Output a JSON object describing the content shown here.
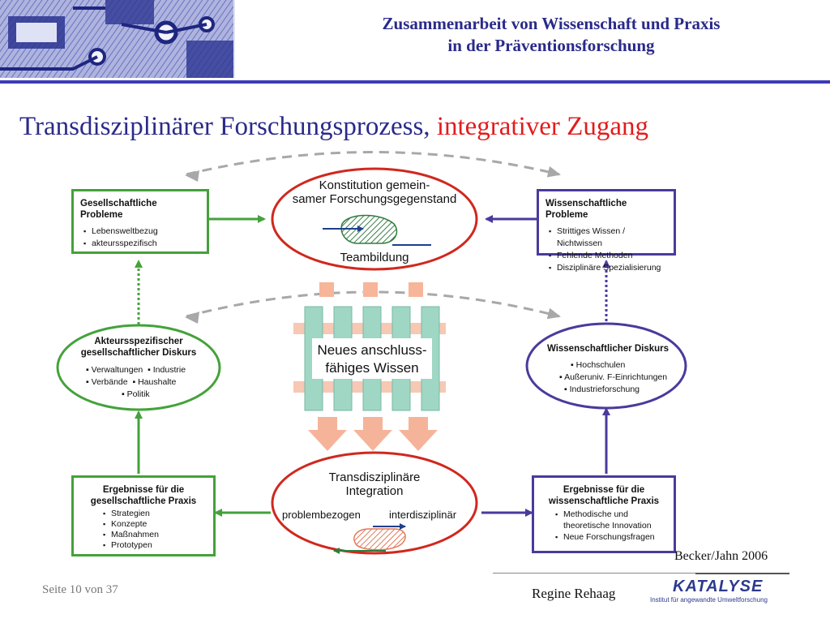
{
  "header": {
    "line1": "Zusammenarbeit von Wissenschaft und Praxis",
    "line2": "in der Präventionsforschung"
  },
  "title": {
    "main": "Transdisziplinärer Forschungsprozess,",
    "accent": "integrativer Zugang"
  },
  "diagram": {
    "box_soc_problems": {
      "title": "Gesellschaftliche Probleme",
      "items": [
        "Lebensweltbezug",
        "akteursspezifisch"
      ]
    },
    "box_sci_problems": {
      "title": "Wissenschaftliche Probleme",
      "items": [
        "Strittiges Wissen / Nichtwissen",
        "Fehlende Methoden",
        "Disziplinäre Spezialisierung"
      ]
    },
    "ellipse_constitution": {
      "line1": "Konstitution gemein-",
      "line2": "samer Forschungsgegenstand",
      "bottom": "Teambildung"
    },
    "ellipse_soc_discourse": {
      "line1": "Akteursspezifischer",
      "line2": "gesellschaftlicher Diskurs",
      "items_row1": [
        "Verwaltungen",
        "Industrie"
      ],
      "items_row2": [
        "Verbände",
        "Haushalte"
      ],
      "items_row3": [
        "Politik"
      ]
    },
    "knowledge": {
      "line1": "Neues anschluss-",
      "line2": "fähiges Wissen"
    },
    "ellipse_sci_discourse": {
      "title": "Wissenschaftlicher Diskurs",
      "items": [
        "Hochschulen",
        "Außeruniv. F-Einrichtungen",
        "Industrieforschung"
      ]
    },
    "ellipse_integration": {
      "line1": "Transdisziplinäre",
      "line2": "Integration",
      "left": "problembezogen",
      "right": "interdisziplinär"
    },
    "box_soc_results": {
      "title_line1": "Ergebnisse für die",
      "title_line2": "gesellschaftliche Praxis",
      "items": [
        "Strategien",
        "Konzepte",
        "Maßnahmen",
        "Prototypen"
      ]
    },
    "box_sci_results": {
      "title_line1": "Ergebnisse für die",
      "title_line2": "wissenschaftliche Praxis",
      "items": [
        "Methodische und",
        "theoretische Innovation",
        "Neue Forschungsfragen"
      ]
    },
    "colors": {
      "society": "#44a23a",
      "science": "#4a3a9c",
      "integration": "#d0281e",
      "dashed": "#a8a8a8",
      "bars": "#9fd6c4",
      "arrows_down": "#f5b49a"
    }
  },
  "footer": {
    "citation": "Becker/Jahn 2006",
    "page": "Seite 10 von 37",
    "author": "Regine Rehaag",
    "logo_name": "KATALYSE",
    "logo_sub": "Institut für angewandte Umweltforschung"
  }
}
